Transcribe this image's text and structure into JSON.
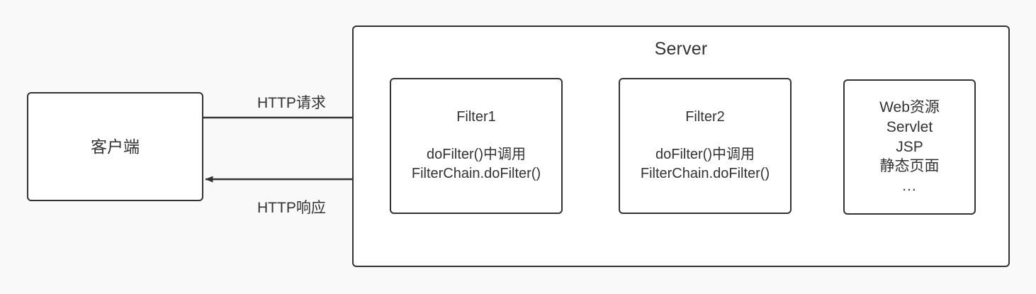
{
  "diagram": {
    "type": "flow-diagram",
    "background_color": "#f9f9f9",
    "stroke_color": "#333333",
    "node_fill": "#ffffff",
    "container": {
      "title": "Server"
    },
    "nodes": {
      "client": {
        "label": "客户端"
      },
      "filter1": {
        "title": "Filter1",
        "detail_line1": "doFilter()中调用",
        "detail_line2": "FilterChain.doFilter()"
      },
      "filter2": {
        "title": "Filter2",
        "detail_line1": "doFilter()中调用",
        "detail_line2": "FilterChain.doFilter()"
      },
      "web_resource": {
        "line1": "Web资源",
        "line2": "Servlet",
        "line3": "JSP",
        "line4": "静态页面",
        "line5": "..."
      }
    },
    "edges": {
      "request_label": "HTTP请求",
      "response_label": "HTTP响应"
    }
  }
}
